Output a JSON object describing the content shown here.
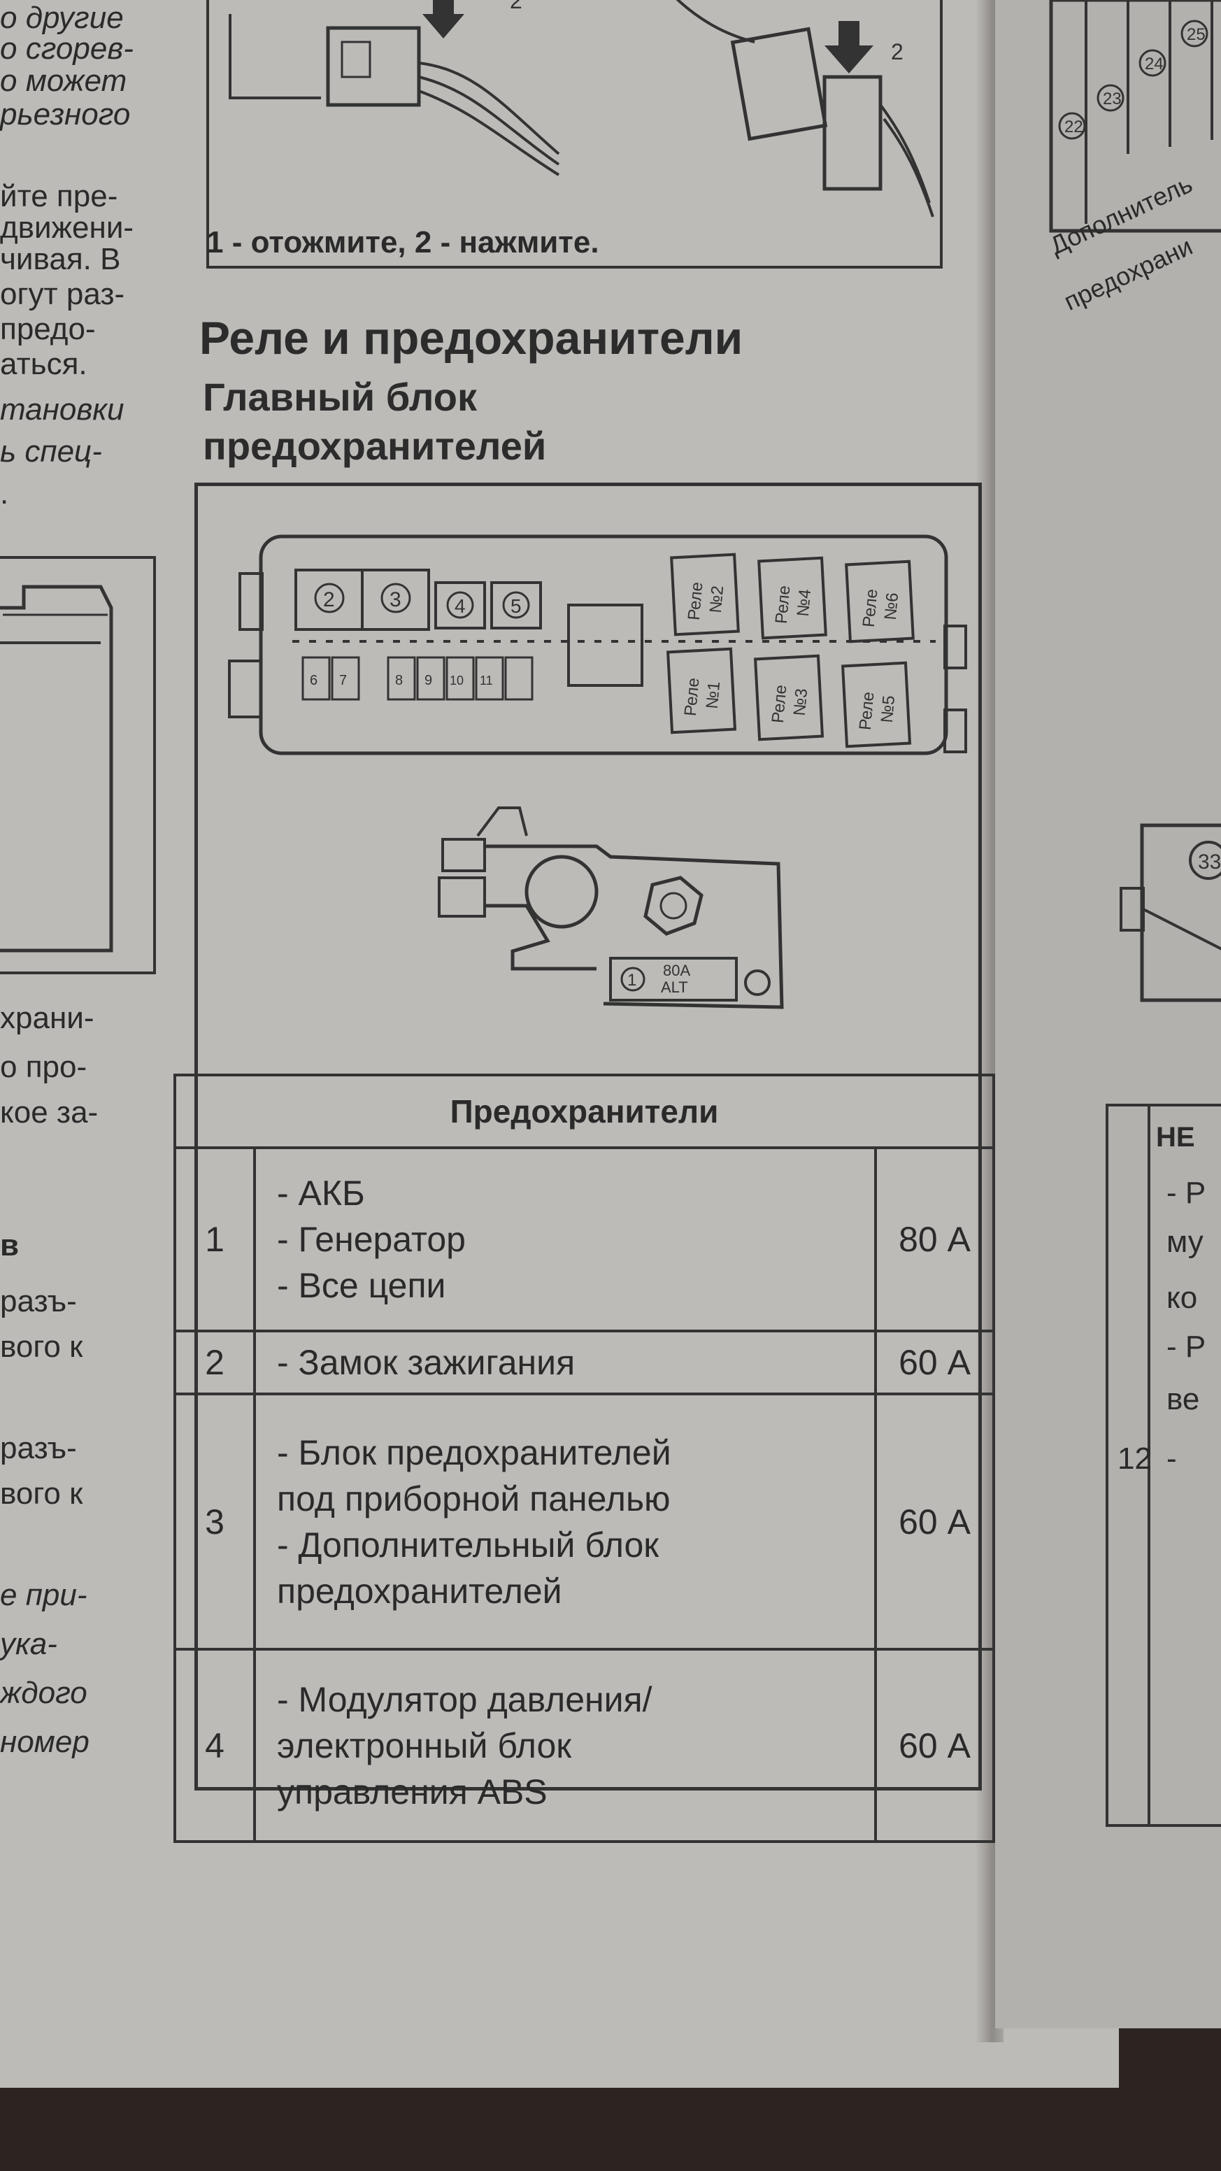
{
  "left_column_fragments": [
    "о другие",
    "о сгорев-",
    "о может",
    "рьезного",
    "йте пре-",
    "движени-",
    "чивая. В",
    "огут раз-",
    "предо-",
    "аться.",
    "тановки",
    "ь спец-",
    ".",
    "храни-",
    "о про-",
    "кое за-",
    "в",
    "разъ-",
    "вого к",
    "разъ-",
    "вого к",
    "е при-",
    "ука-",
    "ждого",
    "номер"
  ],
  "figure_top": {
    "caption": "1 - отожмите, 2 - нажмите.",
    "callout_1": "2",
    "callout_2": "2"
  },
  "section": {
    "title": "Реле и предохранители",
    "subtitle_line1": "Главный блок",
    "subtitle_line2": "предохранителей"
  },
  "fuse_box": {
    "fuse_labels_top": [
      "2",
      "3",
      "4",
      "5"
    ],
    "fuse_labels_bottom": [
      "6",
      "7",
      "8",
      "9",
      "10",
      "11"
    ],
    "relays_top": [
      {
        "l1": "Реле",
        "l2": "№2"
      },
      {
        "l1": "Реле",
        "l2": "№4"
      },
      {
        "l1": "Реле",
        "l2": "№6"
      }
    ],
    "relays_bottom": [
      {
        "l1": "Реле",
        "l2": "№1"
      },
      {
        "l1": "Реле",
        "l2": "№3"
      },
      {
        "l1": "Реле",
        "l2": "№5"
      }
    ],
    "main_fuse_num": "1",
    "main_fuse_line1": "80A",
    "main_fuse_line2": "ALT"
  },
  "fuse_table": {
    "header": "Предохранители",
    "rows": [
      {
        "num": "1",
        "lines": [
          "- АКБ",
          "- Генератор",
          "- Все цепи"
        ],
        "amp": "80 А"
      },
      {
        "num": "2",
        "lines": [
          "- Замок зажигания"
        ],
        "amp": "60 А"
      },
      {
        "num": "3",
        "lines": [
          "- Блок предохранителей",
          "под приборной панелью",
          "- Дополнительный блок",
          "предохранителей"
        ],
        "amp": "60 А"
      },
      {
        "num": "4",
        "lines": [
          "- Модулятор давления/",
          "электронный блок",
          "управления ABS"
        ],
        "amp": "60 А"
      }
    ]
  },
  "right_page": {
    "numbers": [
      "22",
      "23",
      "24",
      "25",
      "33"
    ],
    "rot_line1": "Дополнитель",
    "rot_line2": "предохрани",
    "table_head": "НЕ",
    "fragments": [
      "- Р",
      "му",
      "ко",
      "- Р",
      "ве",
      "-"
    ],
    "row_num": "12"
  }
}
